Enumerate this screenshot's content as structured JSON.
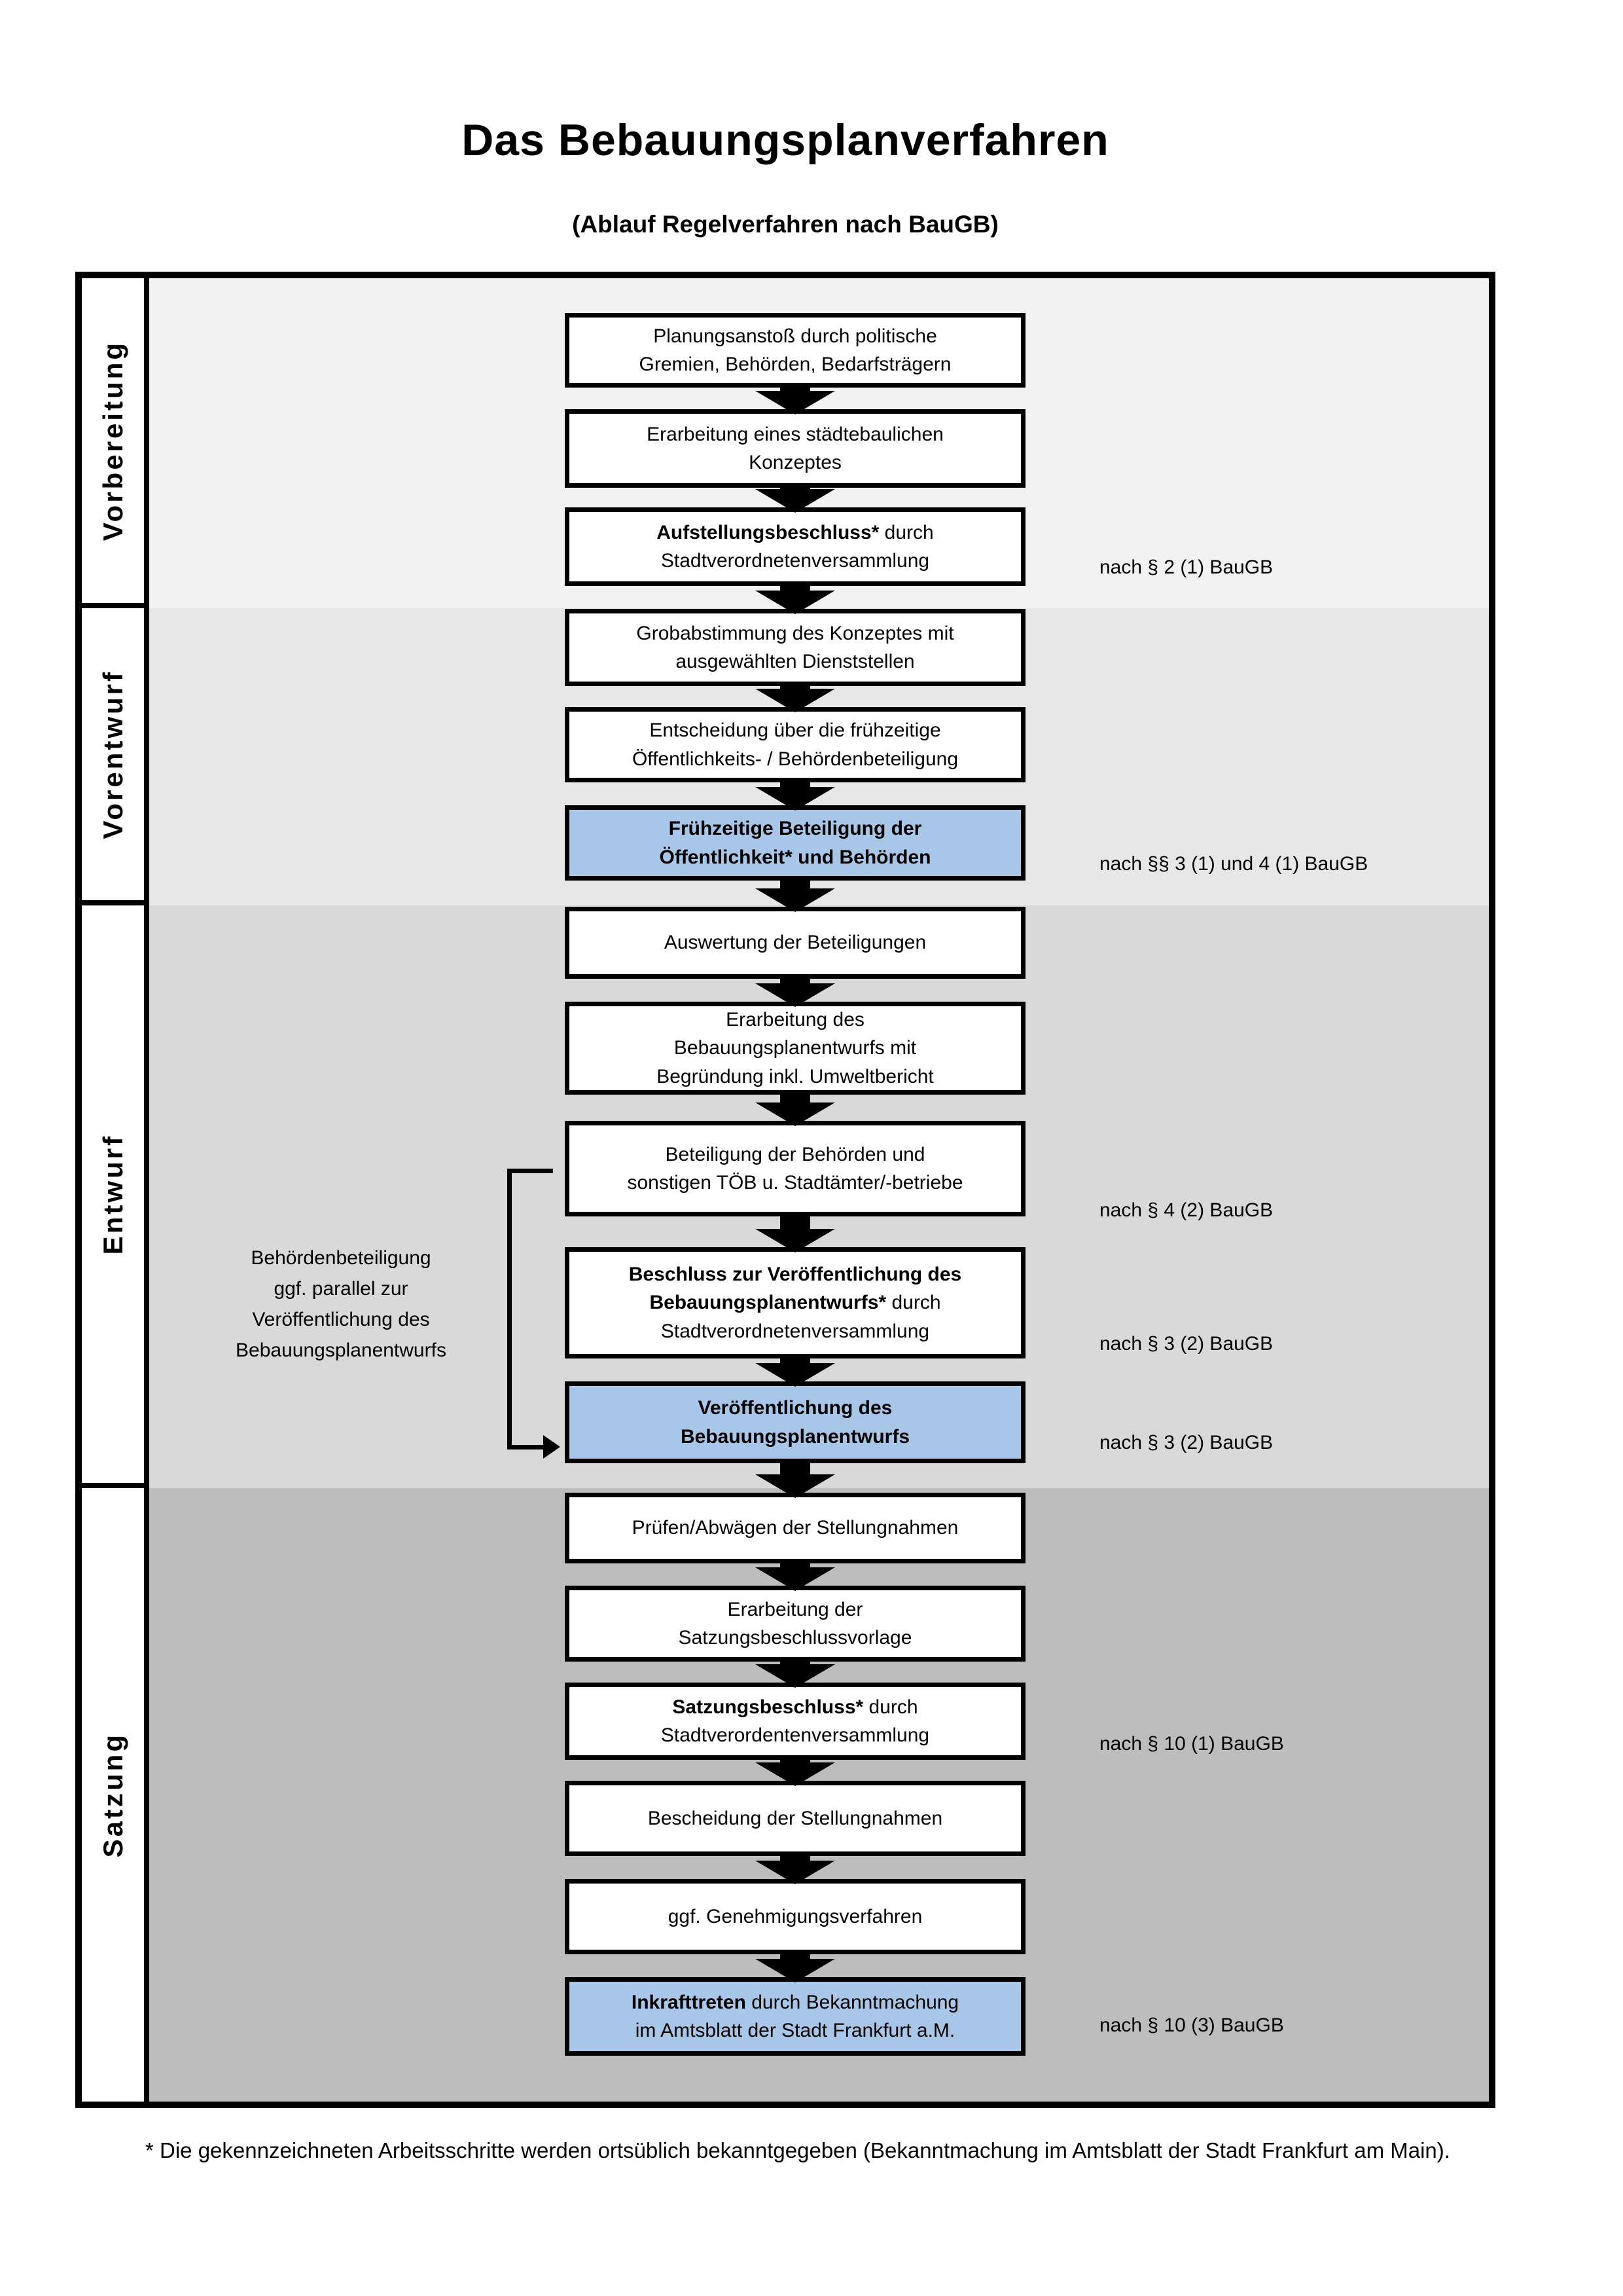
{
  "title": "Das Bebauungsplanverfahren",
  "subtitle": "(Ablauf Regelverfahren nach BauGB)",
  "phases": [
    "Vorbereitung",
    "Vorentwurf",
    "Entwurf",
    "Satzung"
  ],
  "boxes": [
    {
      "bold": "",
      "rest": "Planungsanstoß durch politische\nGremien, Behörden, Bedarfsträgern"
    },
    {
      "bold": "",
      "rest": "Erarbeitung eines städtebaulichen\nKonzeptes"
    },
    {
      "bold": "Aufstellungsbeschluss*",
      "rest": " durch\nStadtverordnetenversammlung"
    },
    {
      "bold": "",
      "rest": "Grobabstimmung des Konzeptes mit\nausgewählten Dienststellen"
    },
    {
      "bold": "",
      "rest": "Entscheidung über die frühzeitige\nÖffentlichkeits- / Behördenbeteiligung"
    },
    {
      "bold": "Frühzeitige Beteiligung der\nÖffentlichkeit* und Behörden",
      "rest": ""
    },
    {
      "bold": "",
      "rest": "Auswertung der Beteiligungen"
    },
    {
      "bold": "",
      "rest": "Erarbeitung des\nBebauungsplanentwurfs mit\nBegründung inkl. Umweltbericht"
    },
    {
      "bold": "",
      "rest": "Beteiligung der Behörden und\nsonstigen TÖB u. Stadtämter/-betriebe"
    },
    {
      "bold": "Beschluss zur Veröffentlichung des\nBebauungsplanentwurfs*",
      "rest": " durch\nStadtverordnetenversammlung"
    },
    {
      "bold": "Veröffentlichung des\nBebauungsplanentwurfs",
      "rest": ""
    },
    {
      "bold": "",
      "rest": "Prüfen/Abwägen der Stellungnahmen"
    },
    {
      "bold": "",
      "rest": "Erarbeitung der\nSatzungsbeschlussvorlage"
    },
    {
      "bold": "Satzungsbeschluss*",
      "rest": " durch\nStadtverordentenversammlung"
    },
    {
      "bold": "",
      "rest": "Bescheidung der Stellungnahmen"
    },
    {
      "bold": "",
      "rest": "ggf. Genehmigungsverfahren"
    },
    {
      "bold": "Inkrafttreten",
      "rest": " durch Bekanntmachung\nim Amtsblatt der Stadt Frankfurt a.M."
    }
  ],
  "refs": [
    "nach § 2 (1) BauGB",
    "nach §§ 3 (1) und 4 (1) BauGB",
    "nach § 4 (2) BauGB",
    "nach § 3 (2) BauGB",
    "nach § 3 (2) BauGB",
    "nach § 10 (1) BauGB",
    "nach § 10 (3) BauGB"
  ],
  "side_note": "Behördenbeteiligung\nggf. parallel zur\nVeröffentlichung des\nBebauungsplanentwurfs",
  "footnote": "* Die gekennzeichneten Arbeitsschritte werden ortsüblich bekanntgegeben (Bekanntmachung im Amtsblatt der Stadt Frankfurt am Main).",
  "colors": {
    "highlight": "#a8c6e7",
    "band1": "#f2f2f2",
    "band2": "#e7e7e7",
    "band3": "#d9d9d9",
    "band4": "#bdbdbd"
  }
}
